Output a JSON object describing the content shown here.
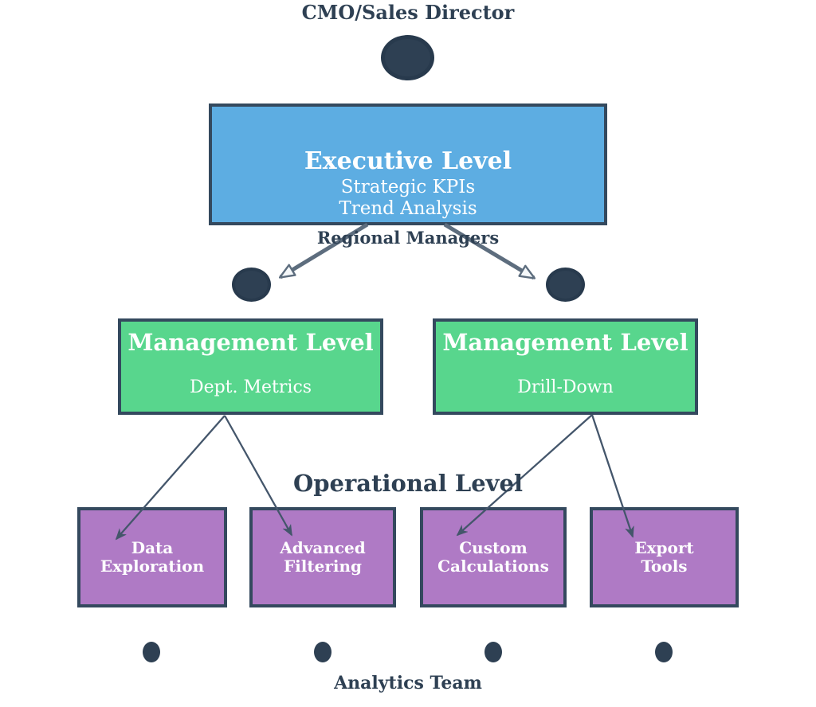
{
  "diagram": {
    "level_labels": {
      "top": "CMO/Sales Director",
      "regional": "Regional Managers",
      "operational": "Operational Level",
      "analytics": "Analytics Team"
    },
    "executive_box": {
      "title": "Executive Level",
      "subtitle1": "Strategic KPIs",
      "subtitle2": "Trend Analysis"
    },
    "management_boxes": [
      {
        "title": "Management Level",
        "subtitle": "Dept. Metrics"
      },
      {
        "title": "Management Level",
        "subtitle": "Drill-Down"
      }
    ],
    "operational_boxes": [
      {
        "line1": "Data",
        "line2": "Exploration"
      },
      {
        "line1": "Advanced",
        "line2": "Filtering"
      },
      {
        "line1": "Custom",
        "line2": "Calculations"
      },
      {
        "line1": "Export",
        "line2": "Tools"
      }
    ],
    "colors": {
      "executive_fill": "#5dade2",
      "management_fill": "#58d68d",
      "operational_fill": "#af7ac5",
      "box_border": "#34495e",
      "node_fill": "#2e4053",
      "label_text": "#2e4053",
      "box_text": "#ffffff",
      "thick_arrow": "#5d6d7e",
      "thin_arrow": "#44566b"
    }
  }
}
